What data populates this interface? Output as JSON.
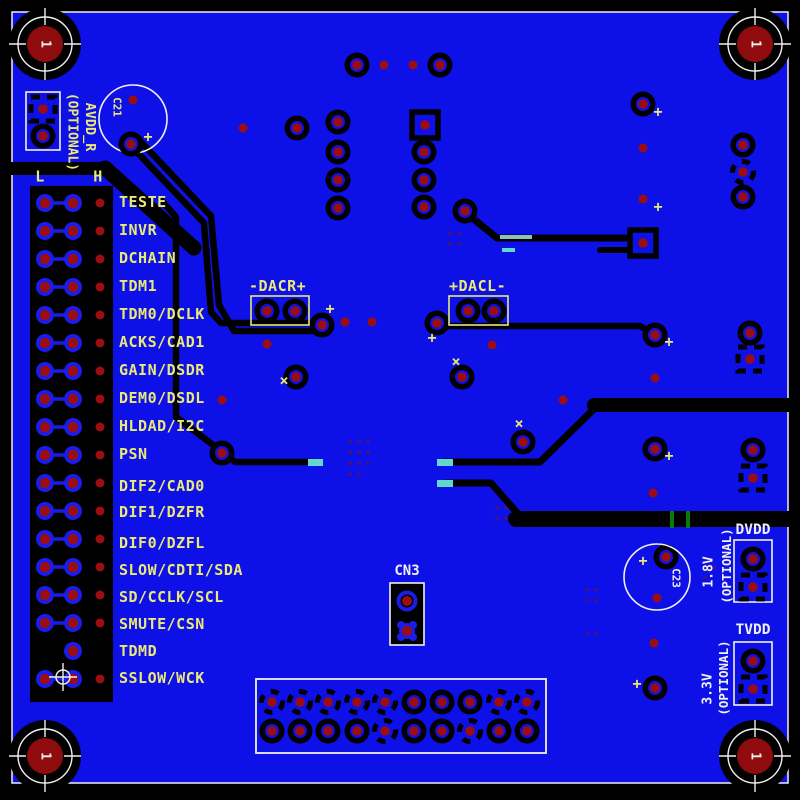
{
  "board": {
    "type_note": "PCB layout top view",
    "colors": {
      "board_blue": "#0E10E8",
      "copper_black": "#000000",
      "drill_red": "#9B0D10",
      "silk_white": "#F0F0F0",
      "silk_yellow": "#E9E878",
      "inner_cyan": "#62D8CC",
      "inner_green": "#0B7A0B"
    },
    "silkscreen": {
      "pin_labels": [
        "TESTE",
        "INVR",
        "DCHAIN",
        "TDM1",
        "TDM0/DCLK",
        "ACKS/CAD1",
        "GAIN/DSDR",
        "DEM0/DSDL",
        "HLDAD/I2C",
        "PSN",
        "DIF2/CAD0",
        "DIF1/DZFR",
        "DIF0/DZFL",
        "SLOW/CDTI/SDA",
        "SD/CCLK/SCL",
        "SMUTE/CSN",
        "TDMD",
        "SSLOW/WCK"
      ],
      "header_low_label": "L",
      "header_high_label": "H",
      "dacr_label": "-DACR+",
      "dacl_label": "+DACL-",
      "cn3_label": "CN3",
      "dvdd_label": "DVDD",
      "dvdd_voltage": "1.8V",
      "dvdd_optional": "(OPTIONAL)",
      "tvdd_label": "TVDD",
      "tvdd_voltage": "3.3V",
      "tvdd_optional": "(OPTIONAL)",
      "avdd_optional": "(OPTIONAL)",
      "avdd_label": "AVDD_R",
      "cap_c21": "C21",
      "cap_c23": "C23",
      "plus_marker": "+",
      "cross_marker": "×",
      "mounting_hole_label": "1"
    }
  }
}
